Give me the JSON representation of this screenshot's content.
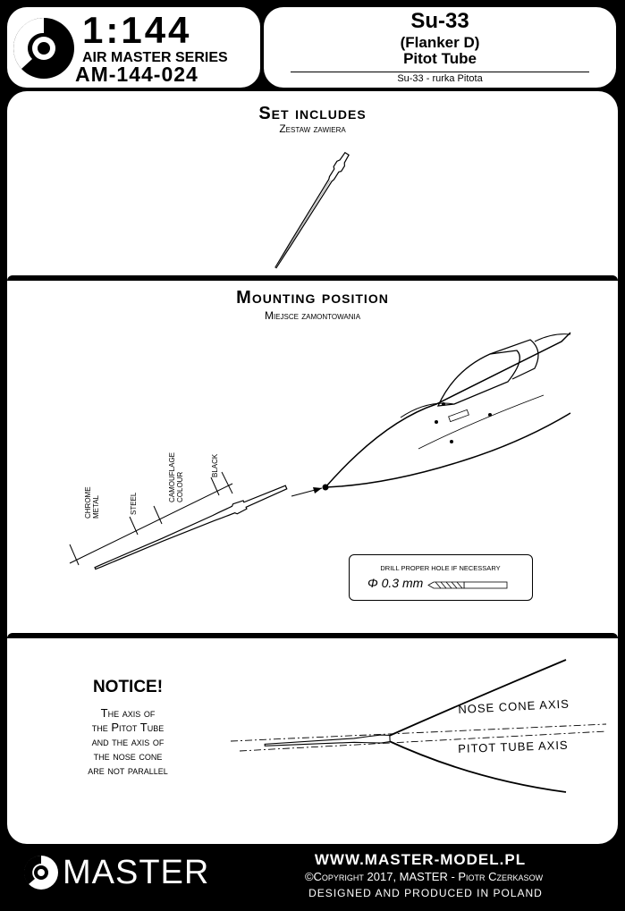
{
  "header": {
    "scale": "1:144",
    "series": "AIR MASTER SERIES",
    "code": "AM-144-024",
    "product_name": "Su-33",
    "product_variant": "(Flanker D)",
    "product_part": "Pitot Tube",
    "product_polish": "Su-33 - rurka Pitota"
  },
  "set_includes": {
    "title": "Set includes",
    "subtitle": "Zestaw zawiera"
  },
  "mounting": {
    "title": "Mounting position",
    "subtitle": "Miejsce zamontowania",
    "labels": {
      "chrome_metal": "CHROME METAL",
      "steel": "STEEL",
      "camouflage": "CAMOUFLAGE COLOUR",
      "black": "BLACK"
    },
    "drill_note": "DRILL PROPER HOLE IF NECESSARY",
    "drill_size": "Φ 0.3 mm"
  },
  "notice": {
    "title": "NOTICE!",
    "lines": [
      "The axis of",
      "the Pitot Tube",
      "and the axis of",
      "the nose cone",
      "are not parallel"
    ],
    "nose_axis": "NOSE CONE AXIS",
    "pitot_axis": "PITOT TUBE AXIS"
  },
  "footer": {
    "brand": "MASTER",
    "website": "WWW.MASTER-MODEL.PL",
    "copyright": "©Copyright 2017, MASTER - Piotr Czerkasow",
    "designed": "DESIGNED AND PRODUCED IN POLAND"
  }
}
